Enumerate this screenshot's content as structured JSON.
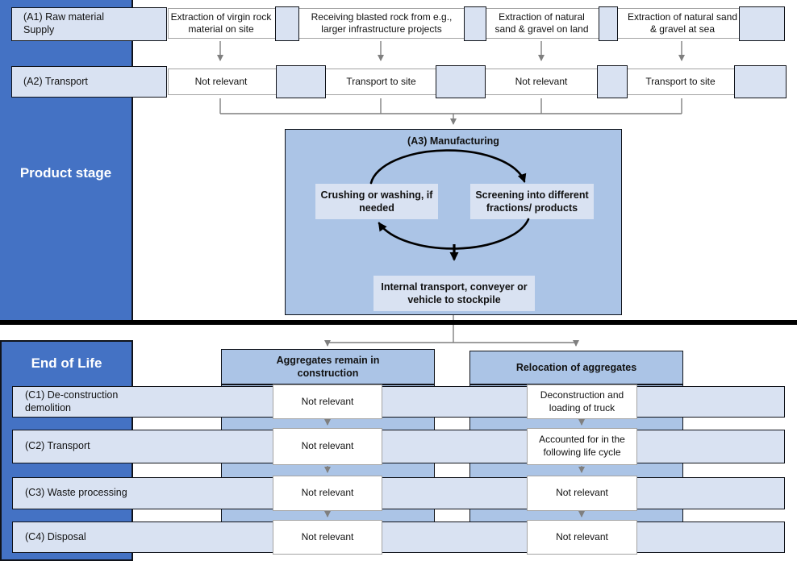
{
  "colors": {
    "sidebar_blue": "#4472C4",
    "light_blue": "#D9E2F2",
    "medium_blue": "#ABC4E6",
    "arrow_gray": "#7f7f7f",
    "arrow_black": "#000000"
  },
  "product_stage": {
    "label": "Product stage",
    "a1": {
      "label": "(A1) Raw material Supply",
      "cells": [
        "Extraction of virgin rock material on site",
        "Receiving blasted rock from e.g., larger infrastructure projects",
        "Extraction of natural sand & gravel on land",
        "Extraction of natural sand & gravel at sea"
      ]
    },
    "a2": {
      "label": "(A2) Transport",
      "cells": [
        "Not relevant",
        "Transport to site",
        "Not relevant",
        "Transport to site"
      ]
    },
    "a3": {
      "title": "(A3) Manufacturing",
      "crushing": "Crushing or washing, if needed",
      "screening": "Screening into different fractions/ products",
      "internal": "Internal transport, conveyer or vehicle to stockpile"
    }
  },
  "end_of_life": {
    "label": "End of Life",
    "columns": [
      "Aggregates remain in construction",
      "Relocation of aggregates"
    ],
    "rows": [
      {
        "label": "(C1) De-construction demolition",
        "cells": [
          "Not relevant",
          "Deconstruction and loading of truck"
        ]
      },
      {
        "label": "(C2) Transport",
        "cells": [
          "Not relevant",
          "Accounted for in the following life cycle"
        ]
      },
      {
        "label": "(C3) Waste processing",
        "cells": [
          "Not relevant",
          "Not relevant"
        ]
      },
      {
        "label": "(C4) Disposal",
        "cells": [
          "Not relevant",
          "Not relevant"
        ]
      }
    ]
  }
}
